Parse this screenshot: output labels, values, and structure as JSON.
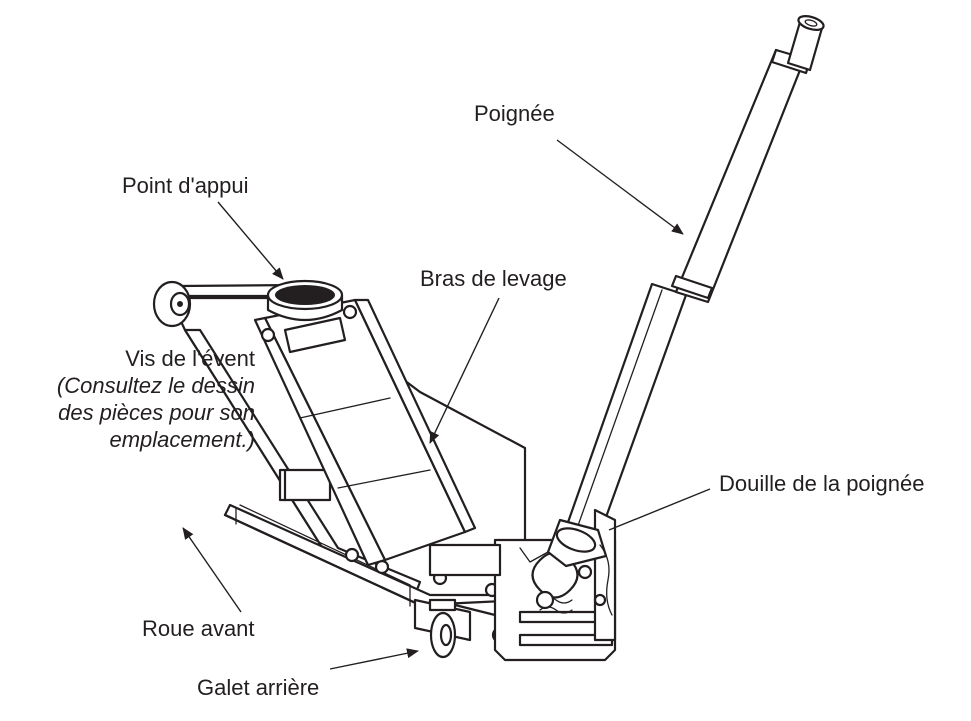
{
  "labels": {
    "handle": "Poignée",
    "saddle": "Point d'appui",
    "lift_arm": "Bras de levage",
    "release_screw": "Vis de l'évent",
    "release_note_1": "(Consultez le dessin",
    "release_note_2": "des pièces pour son",
    "release_note_3": "emplacement.)",
    "handle_socket": "Douille de la poignée",
    "front_wheel": "Roue avant",
    "rear_caster": "Galet arrière"
  },
  "colors": {
    "line": "#231f20",
    "background": "#ffffff"
  }
}
